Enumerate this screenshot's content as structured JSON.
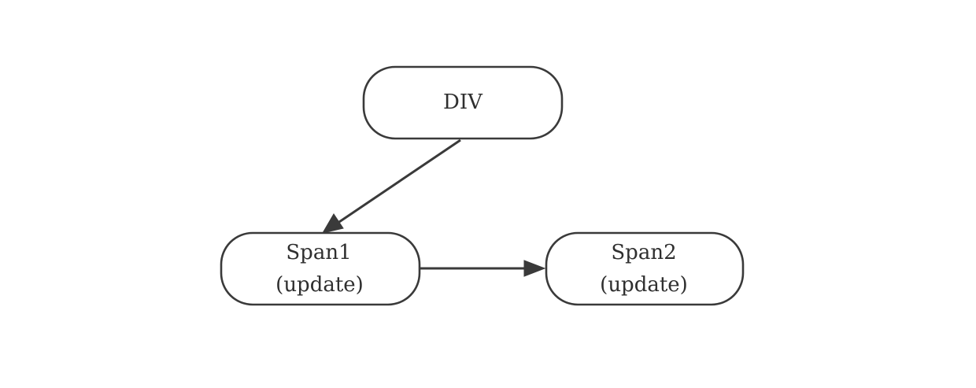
{
  "nodes": {
    "div": {
      "label": "DIV"
    },
    "span1": {
      "line1": "Span1",
      "line2": "(update)"
    },
    "span2": {
      "line1": "Span2",
      "line2": "(update)"
    }
  },
  "edges": [
    {
      "from": "div",
      "to": "span1"
    },
    {
      "from": "span1",
      "to": "span2"
    }
  ],
  "colors": {
    "stroke": "#3a3a3a",
    "text": "#2f2f2f",
    "background": "#ffffff"
  }
}
